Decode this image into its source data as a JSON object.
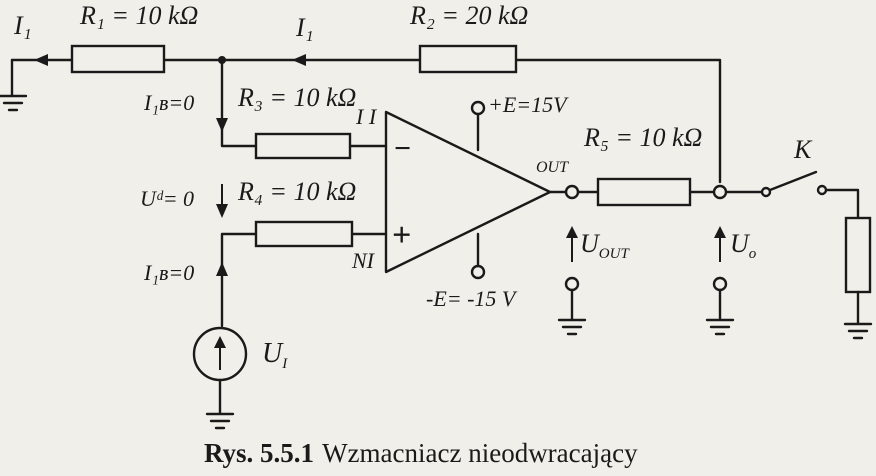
{
  "labels": {
    "r1": "R₁ = 10 kΩ",
    "r2": "R₂ = 20 kΩ",
    "r3": "R₃ = 10 kΩ",
    "r4": "R₄ = 10 kΩ",
    "r5": "R₅ = 10 kΩ",
    "i1_left": "I₁",
    "i1_mid": "I₁",
    "i1b_top": "I₁ʙ=0",
    "ud": "Uᵈ= 0",
    "i1b_bottom": "I₁ʙ=0",
    "ii": "I I",
    "ni": "NI",
    "minus": "−",
    "plus": "+",
    "vpos": "+E=15V",
    "vneg": "-E= -15 V",
    "out": "OUT",
    "uout": "U",
    "uout_sub": "OUT",
    "uo": "U",
    "uo_sub": "o",
    "k": "K",
    "ui": "U",
    "ui_sub": "I"
  },
  "caption": {
    "number": "Rys. 5.5.1",
    "title": "Wzmacniacz nieodwracający"
  }
}
